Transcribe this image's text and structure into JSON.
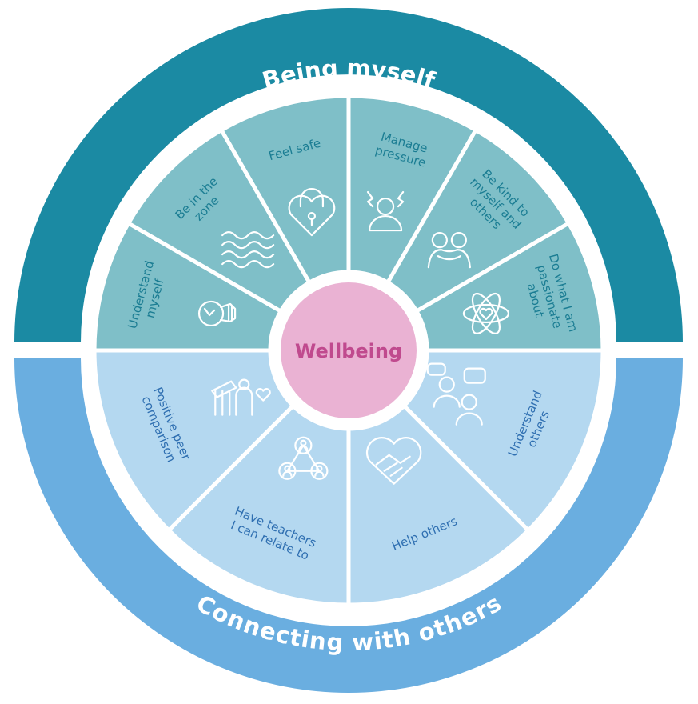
{
  "center": {
    "label": "Wellbeing"
  },
  "rings": {
    "top": {
      "title": "Being myself"
    },
    "bottom": {
      "title": "Connecting with others"
    }
  },
  "segments": [
    {
      "lines": [
        "Understand",
        "myself"
      ],
      "icon": "lightbulb-icon"
    },
    {
      "lines": [
        "Be in the",
        "zone"
      ],
      "icon": "waves-icon"
    },
    {
      "lines": [
        "Feel safe"
      ],
      "icon": "heart-lock-icon"
    },
    {
      "lines": [
        "Manage",
        "pressure"
      ],
      "icon": "stressed-person-icon"
    },
    {
      "lines": [
        "Be kind to",
        "myself and",
        "others"
      ],
      "icon": "hug-icon"
    },
    {
      "lines": [
        "Do what I am",
        "passionate",
        "about"
      ],
      "icon": "atom-heart-icon"
    },
    {
      "lines": [
        "Positive peer",
        "comparison"
      ],
      "icon": "peer-group-icon"
    },
    {
      "lines": [
        "Have teachers",
        "I can relate to"
      ],
      "icon": "connected-people-icon"
    },
    {
      "lines": [
        "Help others"
      ],
      "icon": "handshake-heart-icon"
    },
    {
      "lines": [
        "Understand",
        "others"
      ],
      "icon": "thinking-people-icon"
    }
  ],
  "colors": {
    "top_ring": "#1b8aa3",
    "top_segment": "#7fbfc8",
    "top_text": "#1b7d93",
    "bottom_ring": "#6aaee0",
    "bottom_segment": "#b4d8f0",
    "bottom_text": "#2f6fb1",
    "center_fill": "#eab2d3",
    "center_text": "#c04a8e",
    "divider": "#ffffff"
  }
}
